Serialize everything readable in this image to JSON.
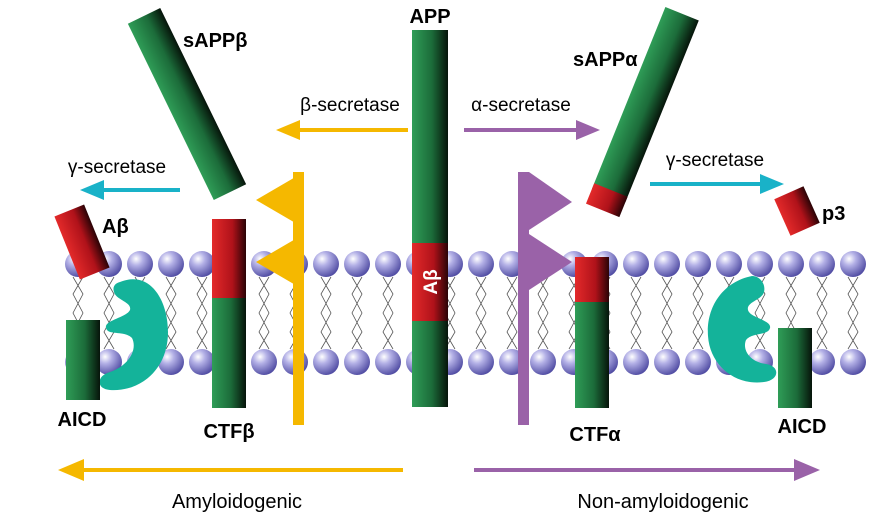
{
  "labels": {
    "app": "APP",
    "sapp_beta": "sAPPβ",
    "sapp_alpha": "sAPPα",
    "beta_secretase": "β-secretase",
    "alpha_secretase": "α-secretase",
    "gamma_secretase_left": "γ-secretase",
    "gamma_secretase_right": "γ-secretase",
    "abeta_fragment": "Aβ",
    "abeta_in_app": "Aβ",
    "p3": "p3",
    "aicd_left": "AICD",
    "aicd_right": "AICD",
    "ctf_beta": "CTFβ",
    "ctf_alpha": "CTFα",
    "amyloidogenic": "Amyloidogenic",
    "non_amyloidogenic": "Non-amyloidogenic"
  },
  "colors": {
    "beta_pathway": "#F5B800",
    "alpha_pathway": "#9A62A8",
    "gamma_arrow": "#19B2C8",
    "enzyme": "#14B39A",
    "membrane_head": "#8C88CC",
    "green_segment": "#1E7A40",
    "red_segment": "#C0191E"
  }
}
